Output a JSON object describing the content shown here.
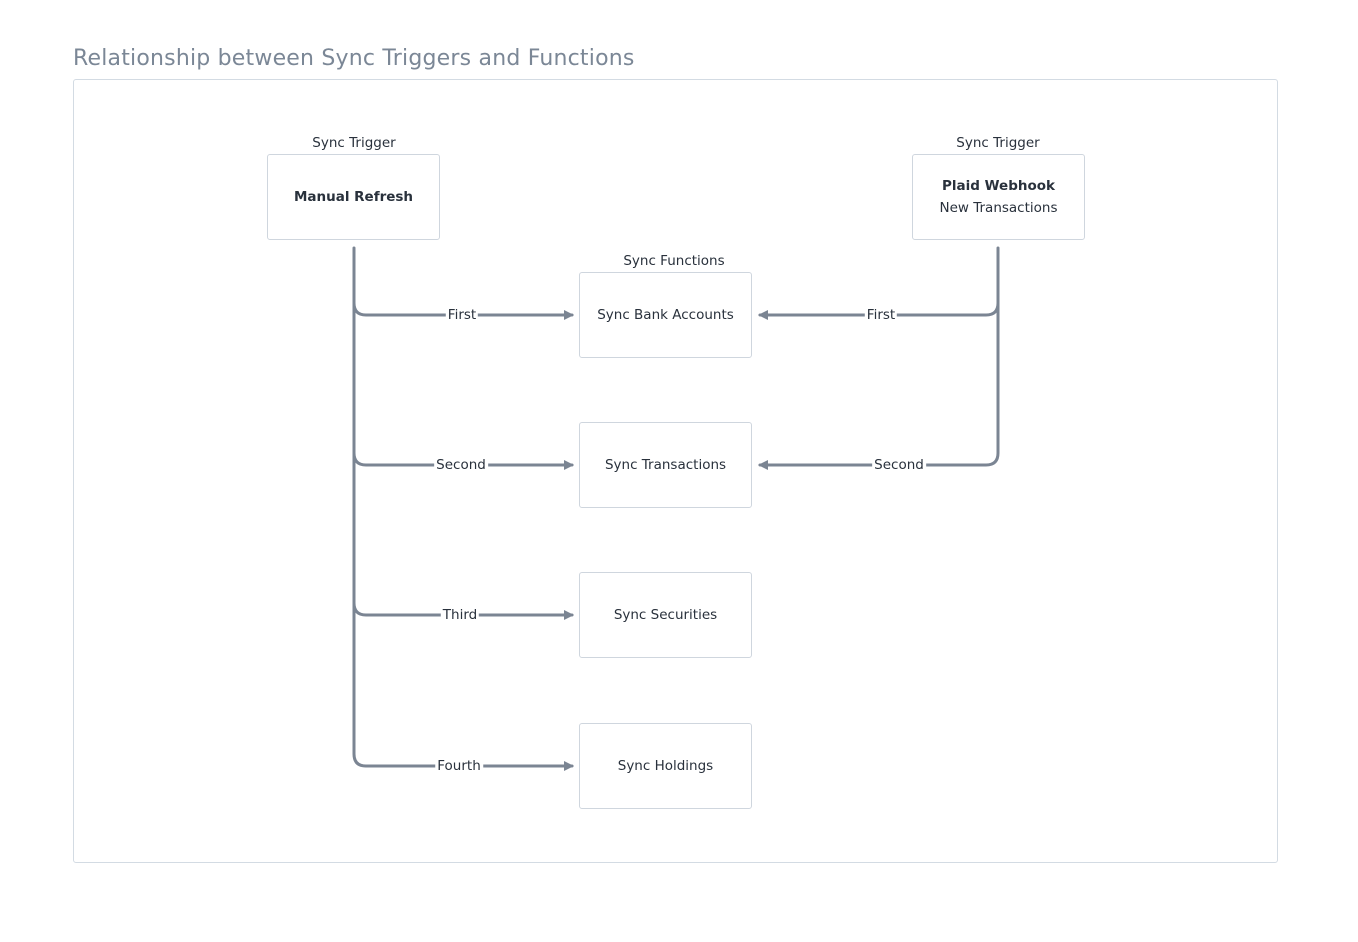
{
  "title": "Relationship between Sync Triggers and Functions",
  "triggers": {
    "manual": {
      "group_label": "Sync Trigger",
      "name": "Manual Refresh"
    },
    "webhook": {
      "group_label": "Sync Trigger",
      "name": "Plaid Webhook",
      "sub": "New Transactions"
    }
  },
  "functions": {
    "group_label": "Sync Functions",
    "bank_accounts": "Sync Bank Accounts",
    "transactions": "Sync Transactions",
    "securities": "Sync Securities",
    "holdings": "Sync Holdings"
  },
  "edges": {
    "manual_first": "First",
    "manual_second": "Second",
    "manual_third": "Third",
    "manual_fourth": "Fourth",
    "webhook_first": "First",
    "webhook_second": "Second"
  },
  "colors": {
    "connector": "#7b8593",
    "node_border": "#cfd6de",
    "frame_border": "#d3dbe3",
    "title": "#7b8796"
  }
}
